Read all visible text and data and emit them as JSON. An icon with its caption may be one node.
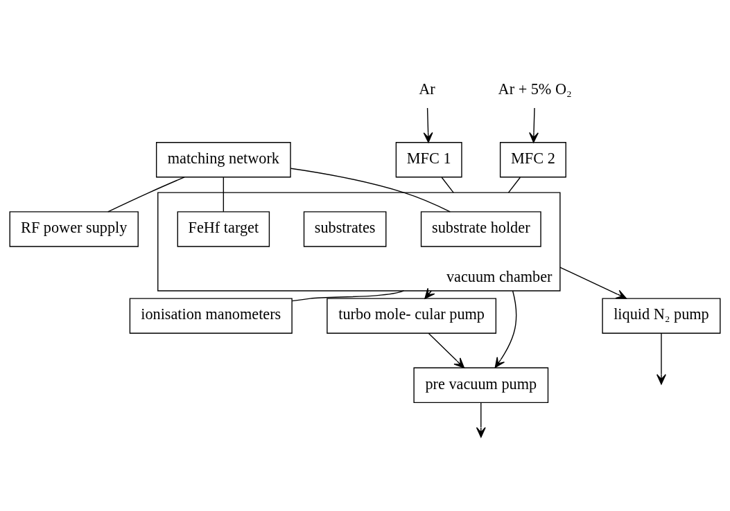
{
  "diagram": {
    "nodes": [
      {
        "text": [
          "matching network"
        ]
      },
      {
        "text": [
          "RF power supply"
        ]
      },
      {
        "text": [
          "vacuum chamber"
        ]
      },
      {
        "text": [
          "FeHf target"
        ],
        "in": 2
      },
      {
        "text": [
          "substrates"
        ],
        "in": 2
      },
      {
        "text": [
          "substrate holder"
        ],
        "in": 2
      },
      {
        "text": [
          "MFC 1"
        ]
      },
      {
        "text": [
          "MFC 2"
        ]
      },
      {
        "text": [
          "ionisation manometers"
        ]
      },
      {
        "text": [
          "turbo mole- cular pump"
        ]
      },
      {
        "text": [
          "pre vacuum pump"
        ]
      },
      {
        "text": [
          "liquid N₂ pump"
        ]
      },
      {
        "text": [
          "Ar"
        ]
      },
      {
        "text": [
          "Ar + 5% O₂"
        ]
      }
    ],
    "edges": [
      {
        "from": 0,
        "to": 1,
        "arrow": "none"
      },
      {
        "from": 0,
        "to": 3,
        "arrow": "none"
      },
      {
        "from": 0,
        "to": 5,
        "arrow": "none"
      },
      {
        "from": 12,
        "to": 6,
        "arrow": "to"
      },
      {
        "from": 13,
        "to": 7,
        "arrow": "to"
      },
      {
        "from": 6,
        "to": 2,
        "arrow": "none"
      },
      {
        "from": 7,
        "to": 2,
        "arrow": "none"
      },
      {
        "from": 2,
        "to": 8,
        "arrow": "none"
      },
      {
        "from": 2,
        "to": 9,
        "arrow": "to"
      },
      {
        "from": 2,
        "to": 10,
        "arrow": "to"
      },
      {
        "from": 2,
        "to": 11,
        "arrow": "to"
      },
      {
        "from": 9,
        "to": 10,
        "arrow": "to"
      },
      {
        "from": 10,
        "to": null,
        "arrow": "to"
      },
      {
        "from": 11,
        "to": null,
        "arrow": "to"
      }
    ]
  }
}
